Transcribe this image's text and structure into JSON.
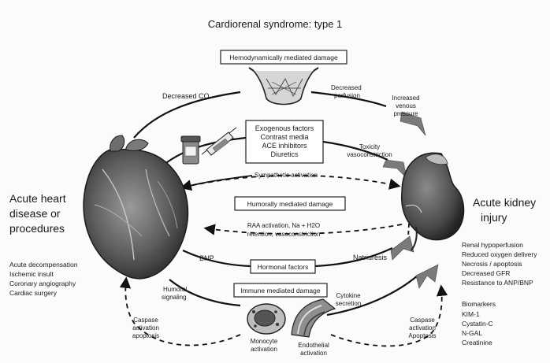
{
  "title": "Cardiorenal syndrome: type 1",
  "left_organ": {
    "heading": [
      "Acute heart",
      "disease or",
      "procedures"
    ],
    "causes": [
      "Acute decompensation",
      "Ischemic insult",
      "Coronary angiography",
      "Cardiac surgery"
    ]
  },
  "right_organ": {
    "heading": [
      "Acute kidney",
      "injury"
    ],
    "effects": [
      "Renal hypoperfusion",
      "Reduced oxygen delivery",
      "Necrosis / apoptosis",
      "Decreased GFR",
      "Resistance to ANP/BNP"
    ],
    "biomarkers_title": "Biomarkers",
    "biomarkers": [
      "KIM-1",
      "Cystatin-C",
      "N-GAL",
      "Creatinine"
    ]
  },
  "boxes": {
    "hemodynamic": "Hemodynamically mediated damage",
    "exogenous": [
      "Exogenous factors",
      "Contrast media",
      "ACE inhibitors",
      "Diuretics"
    ],
    "humoral": "Humorally mediated damage",
    "hormonal": "Hormonal factors",
    "immune": "Immune mediated damage"
  },
  "labels": {
    "decreased_co": "Decreased CO",
    "decreased_perfusion": [
      "Decreased",
      "perfusion"
    ],
    "venous_pressure": [
      "Increased",
      "venous",
      "pressure"
    ],
    "toxicity": [
      "Toxicity",
      "vasoconstriction"
    ],
    "sympathetic": "Sympathetic activation",
    "raa": [
      "RAA activation, Na + H2O",
      "retention, vasoconstriction"
    ],
    "bnp": "BNP",
    "natriuresis": "Natriuresis",
    "humoral_signaling": [
      "Humoral",
      "signaling"
    ],
    "cytokine": [
      "Cytokine",
      "secretion"
    ],
    "caspase_left": [
      "Caspase",
      "activation",
      "apoptosis"
    ],
    "caspase_right": [
      "Caspase",
      "activation",
      "Apoptosis"
    ],
    "monocyte": [
      "Monocyte",
      "activation"
    ],
    "endothelial": [
      "Endothelial",
      "activation"
    ]
  }
}
